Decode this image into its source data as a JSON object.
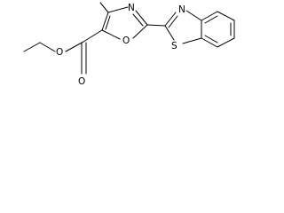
{
  "molecule": {
    "atom_labels": {
      "ester_oxygen": "O",
      "carbonyl_oxygen": "O",
      "oxazole_oxygen": "O",
      "oxazole_nitrogen": "N",
      "thiazole_nitrogen": "N",
      "thiazole_sulfur": "S"
    }
  }
}
